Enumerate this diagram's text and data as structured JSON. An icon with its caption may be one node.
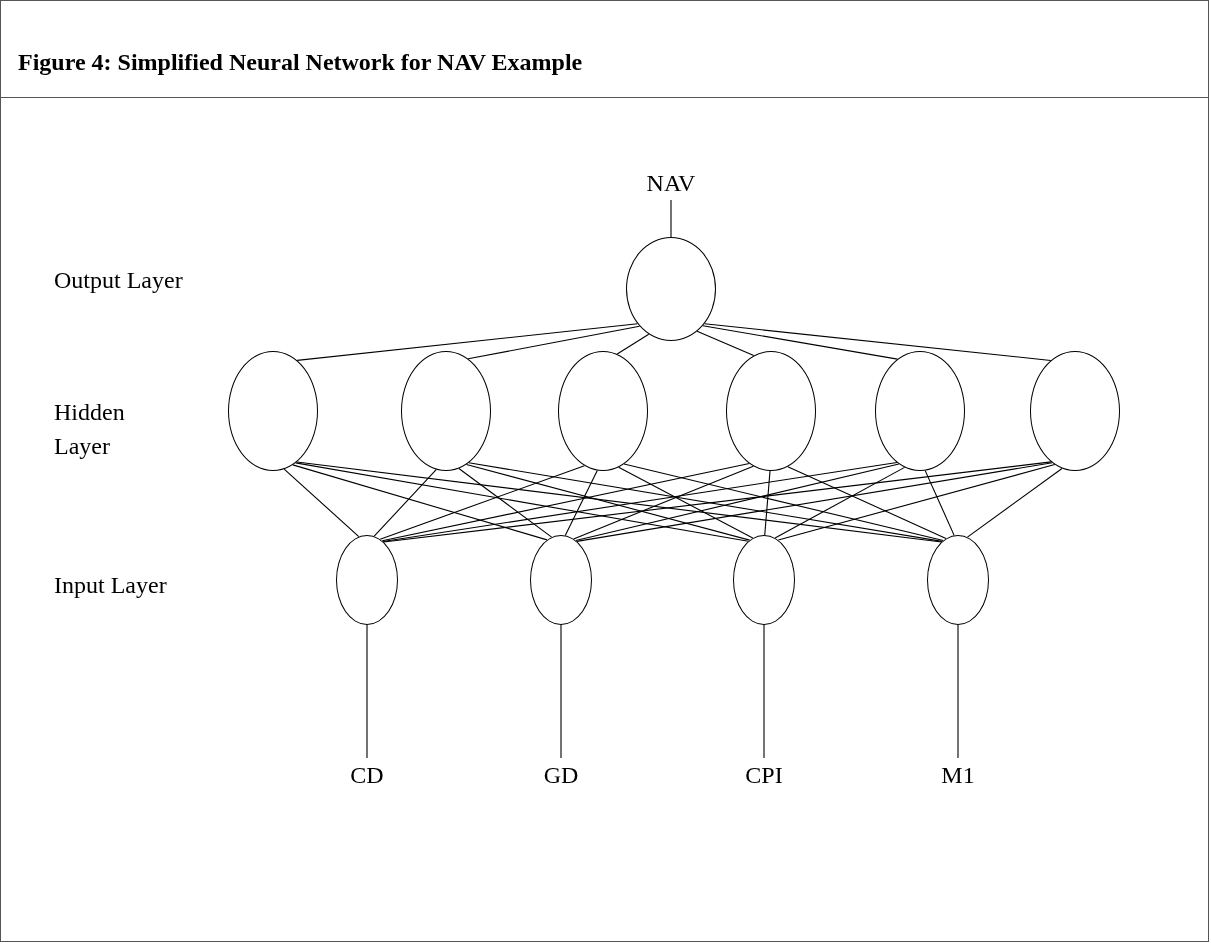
{
  "diagram": {
    "title": "Figure 4:  Simplified Neural Network for NAV Example",
    "nodes": [
      {
        "text": [],
        "shape": "circle"
      },
      {
        "text": [],
        "shape": "circle"
      },
      {
        "text": [],
        "shape": "circle"
      },
      {
        "text": [],
        "shape": "circle"
      },
      {
        "text": [],
        "shape": "circle"
      },
      {
        "text": [],
        "shape": "circle"
      },
      {
        "text": [],
        "shape": "circle"
      },
      {
        "text": [],
        "shape": "circle"
      },
      {
        "text": [],
        "shape": "circle"
      },
      {
        "text": [],
        "shape": "circle"
      },
      {
        "text": [],
        "shape": "circle"
      },
      {
        "text": [
          "NAV"
        ]
      },
      {
        "text": [
          "CD"
        ]
      },
      {
        "text": [
          "GD"
        ]
      },
      {
        "text": [
          "CPI"
        ]
      },
      {
        "text": [
          "M1"
        ]
      }
    ],
    "edges": [
      {
        "from": 11,
        "to": 0,
        "arrow": "none"
      },
      {
        "from": 0,
        "to": 1,
        "arrow": "none"
      },
      {
        "from": 0,
        "to": 2,
        "arrow": "none"
      },
      {
        "from": 0,
        "to": 3,
        "arrow": "none"
      },
      {
        "from": 0,
        "to": 4,
        "arrow": "none"
      },
      {
        "from": 0,
        "to": 5,
        "arrow": "none"
      },
      {
        "from": 0,
        "to": 6,
        "arrow": "none"
      },
      {
        "from": 1,
        "to": 7,
        "arrow": "none"
      },
      {
        "from": 1,
        "to": 8,
        "arrow": "none"
      },
      {
        "from": 1,
        "to": 9,
        "arrow": "none"
      },
      {
        "from": 1,
        "to": 10,
        "arrow": "none"
      },
      {
        "from": 2,
        "to": 7,
        "arrow": "none"
      },
      {
        "from": 2,
        "to": 8,
        "arrow": "none"
      },
      {
        "from": 2,
        "to": 9,
        "arrow": "none"
      },
      {
        "from": 2,
        "to": 10,
        "arrow": "none"
      },
      {
        "from": 3,
        "to": 7,
        "arrow": "none"
      },
      {
        "from": 3,
        "to": 8,
        "arrow": "none"
      },
      {
        "from": 3,
        "to": 9,
        "arrow": "none"
      },
      {
        "from": 3,
        "to": 10,
        "arrow": "none"
      },
      {
        "from": 4,
        "to": 7,
        "arrow": "none"
      },
      {
        "from": 4,
        "to": 8,
        "arrow": "none"
      },
      {
        "from": 4,
        "to": 9,
        "arrow": "none"
      },
      {
        "from": 4,
        "to": 10,
        "arrow": "none"
      },
      {
        "from": 5,
        "to": 7,
        "arrow": "none"
      },
      {
        "from": 5,
        "to": 8,
        "arrow": "none"
      },
      {
        "from": 5,
        "to": 9,
        "arrow": "none"
      },
      {
        "from": 5,
        "to": 10,
        "arrow": "none"
      },
      {
        "from": 6,
        "to": 7,
        "arrow": "none"
      },
      {
        "from": 6,
        "to": 8,
        "arrow": "none"
      },
      {
        "from": 6,
        "to": 9,
        "arrow": "none"
      },
      {
        "from": 6,
        "to": 10,
        "arrow": "none"
      },
      {
        "from": 7,
        "to": 12,
        "arrow": "none"
      },
      {
        "from": 8,
        "to": 13,
        "arrow": "none"
      },
      {
        "from": 9,
        "to": 14,
        "arrow": "none"
      },
      {
        "from": 10,
        "to": 15,
        "arrow": "none"
      }
    ],
    "labels": [
      "Output Layer",
      "Hidden Layer",
      "Input Layer"
    ]
  }
}
